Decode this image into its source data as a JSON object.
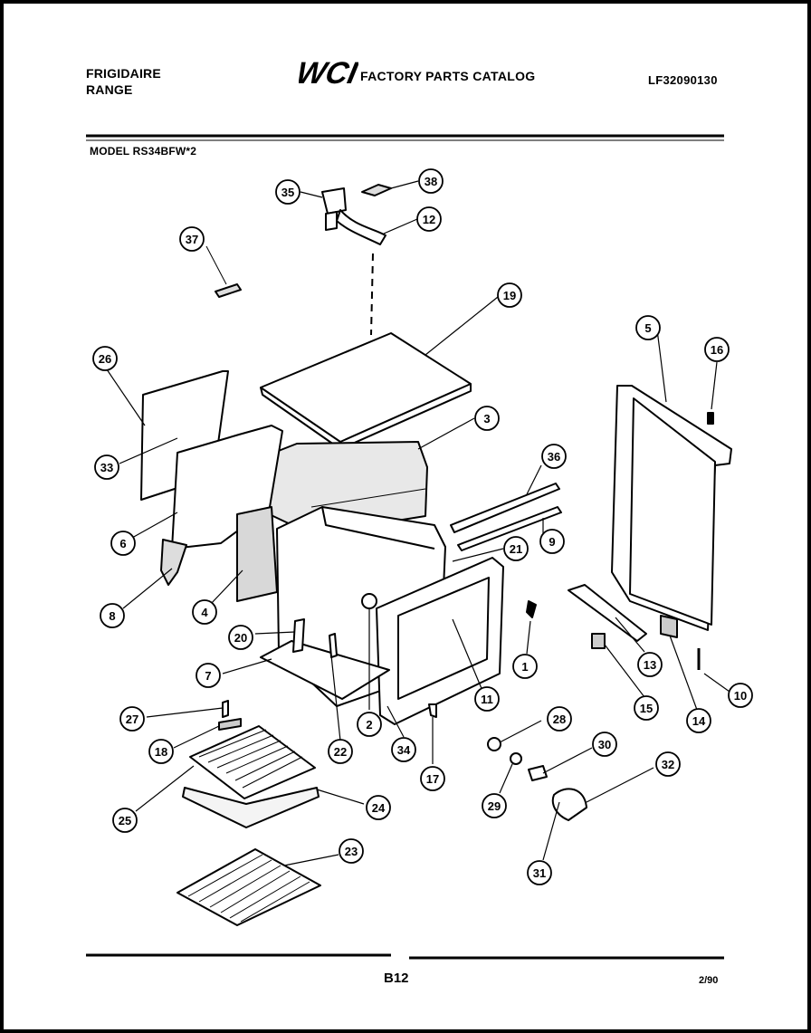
{
  "header": {
    "brand_line1": "FRIGIDAIRE",
    "brand_line2": "RANGE",
    "logo_text": "WCI",
    "catalog_title": "FACTORY PARTS CATALOG",
    "document_number": "LF32090130",
    "model": "MODEL RS34BFW*2"
  },
  "footer": {
    "page": "B12",
    "date": "2/90"
  },
  "callouts": {
    "c35": "35",
    "c38": "38",
    "c12": "12",
    "c37": "37",
    "c19": "19",
    "c5": "5",
    "c16": "16",
    "c26": "26",
    "c3": "3",
    "c33": "33",
    "c36": "36",
    "c6": "6",
    "c9": "9",
    "c21": "21",
    "c8": "8",
    "c4": "4",
    "c1": "1",
    "c20": "20",
    "c13": "13",
    "c10": "10",
    "c7": "7",
    "c11": "11",
    "c15": "15",
    "c14": "14",
    "c27": "27",
    "c2": "2",
    "c22": "22",
    "c34": "34",
    "c28": "28",
    "c18": "18",
    "c30": "30",
    "c17": "17",
    "c32": "32",
    "c29": "29",
    "c24": "24",
    "c25": "25",
    "c23": "23",
    "c31": "31"
  }
}
